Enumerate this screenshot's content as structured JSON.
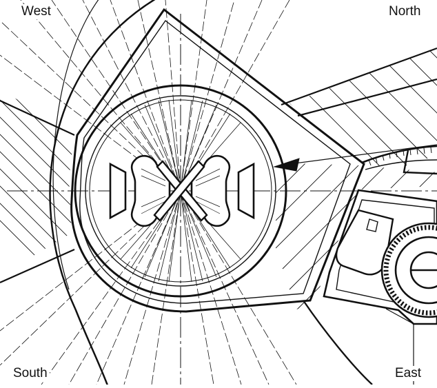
{
  "labels": {
    "west": "West",
    "north": "North",
    "south": "South",
    "east": "East"
  },
  "colors": {
    "ink": "#111111",
    "paper": "#ffffff"
  }
}
